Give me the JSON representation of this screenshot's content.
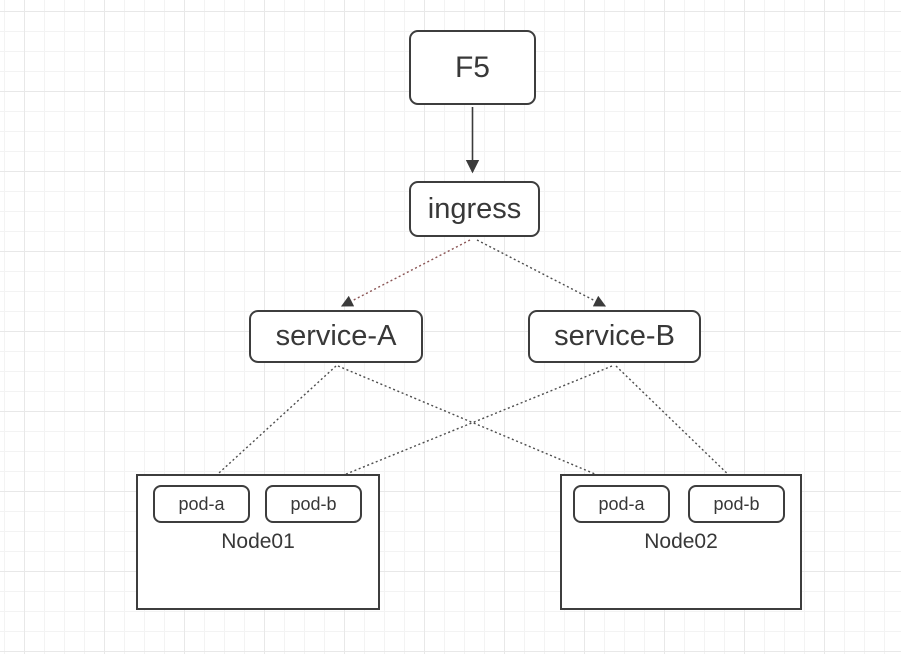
{
  "canvas": {
    "background_color": "#ffffff",
    "grid_minor_color": "#f3f3f3",
    "grid_major_color": "#e8e8e8",
    "shape_border_color": "#3d3d3d",
    "text_color": "#383838"
  },
  "diagram": {
    "nodes": [
      {
        "id": "f5",
        "label": "F5"
      },
      {
        "id": "ingress",
        "label": "ingress"
      },
      {
        "id": "service-a",
        "label": "service-A"
      },
      {
        "id": "service-b",
        "label": "service-B"
      },
      {
        "id": "node01",
        "label": "Node01",
        "pods": [
          "pod-a",
          "pod-b"
        ]
      },
      {
        "id": "node02",
        "label": "Node02",
        "pods": [
          "pod-a",
          "pod-b"
        ]
      }
    ],
    "edges": [
      {
        "from": "F5",
        "to": "ingress",
        "style": "solid",
        "arrow": true,
        "color": "#3b3b3b"
      },
      {
        "from": "ingress",
        "to": "service-A",
        "style": "dotted",
        "arrow": true,
        "color": "#8a5454"
      },
      {
        "from": "ingress",
        "to": "service-B",
        "style": "dotted",
        "arrow": true,
        "color": "#4d4d4d"
      },
      {
        "from": "service-A",
        "to": "Node01/pod-a",
        "style": "dotted",
        "arrow": false,
        "color": "#4d4d4d"
      },
      {
        "from": "service-A",
        "to": "Node02/pod-a",
        "style": "dotted",
        "arrow": false,
        "color": "#4d4d4d"
      },
      {
        "from": "service-B",
        "to": "Node01/pod-b",
        "style": "dotted",
        "arrow": false,
        "color": "#4d4d4d"
      },
      {
        "from": "service-B",
        "to": "Node02/pod-b",
        "style": "dotted",
        "arrow": false,
        "color": "#4d4d4d"
      }
    ]
  }
}
